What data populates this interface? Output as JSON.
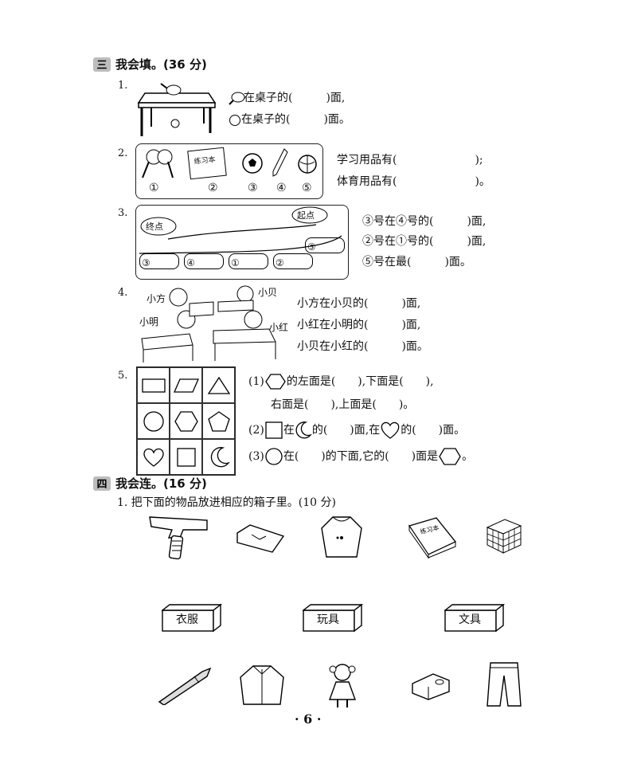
{
  "sec3": {
    "badge": "三",
    "title": "我会填。(36 分)"
  },
  "q1": {
    "num": "1.",
    "line1": "在桌子的(　　　)面,",
    "line2": "在桌子的(　　　)面。"
  },
  "q2": {
    "num": "2.",
    "labels": [
      "①",
      "②",
      "③",
      "④",
      "⑤"
    ],
    "book_label": "练习本",
    "line1": "学习用品有(　　　　　　　);",
    "line2": "体育用品有(　　　　　　　)。"
  },
  "q3": {
    "num": "3.",
    "end_label": "终点",
    "start_label": "起点",
    "cars": [
      "③",
      "④",
      "①",
      "②",
      "⑤"
    ],
    "line1": "③号在④号的(　　　)面,",
    "line2": "②号在①号的(　　　)面,",
    "line3": "⑤号在最(　　　)面。"
  },
  "q4": {
    "num": "4.",
    "names": {
      "xiaofang": "小方",
      "xiaobei": "小贝",
      "xiaoming": "小明",
      "xiaohong": "小红"
    },
    "line1": "小方在小贝的(　　　)面,",
    "line2": "小红在小明的(　　　)面,",
    "line3": "小贝在小红的(　　　)面。"
  },
  "q5": {
    "num": "5.",
    "l1a": "(1)",
    "l1b": "的左面是(　　),下面是(　　),",
    "l2": "右面是(　　),上面是(　　)。",
    "l3a": "(2)",
    "l3b": "在",
    "l3c": "的(　　)面,在",
    "l3d": "的(　　)面。",
    "l4a": "(3)",
    "l4b": "在(　　)的下面,它的(　　)面是",
    "l4c": "。"
  },
  "sec4": {
    "badge": "四",
    "title": "我会连。(16 分)"
  },
  "connect": {
    "instruction": "1. 把下面的物品放进相应的箱子里。(10 分)",
    "boxes": [
      "衣服",
      "玩具",
      "文具"
    ],
    "book_label": "练习本"
  },
  "page_number": "· 6 ·"
}
